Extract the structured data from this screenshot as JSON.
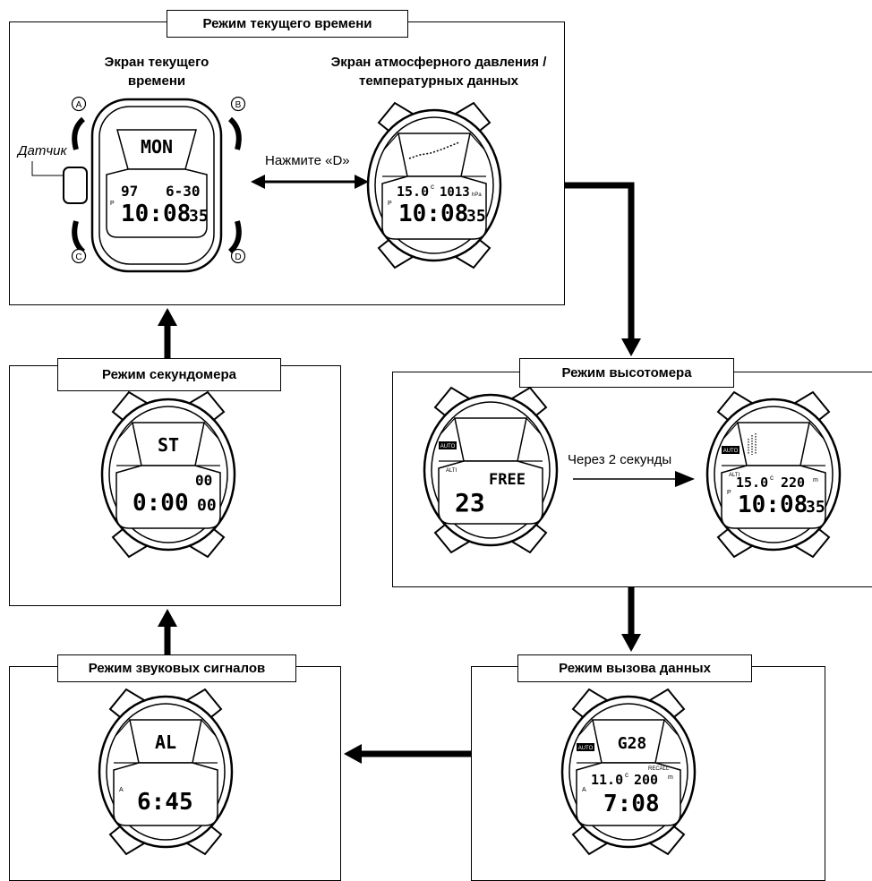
{
  "modes": {
    "timekeeping": {
      "title": "Режим текущего времени",
      "screen_current_time": "Экран текущего времени",
      "screen_pressure_temp": "Экран атмосферного давления / температурных данных",
      "press_d": "Нажмите «D»",
      "sensor": "Датчик"
    },
    "altimeter": {
      "title": "Режим высотомера",
      "after_2s": "Через 2 секунды"
    },
    "stopwatch": {
      "title": "Режим секундомера"
    },
    "recall": {
      "title": "Режим вызова данных"
    },
    "alarm": {
      "title": "Режим звуковых сигналов"
    }
  },
  "buttons": {
    "a": "A",
    "b": "B",
    "c": "C",
    "d": "D"
  },
  "displays": {
    "w1": {
      "top": "MON",
      "l1": "97",
      "l1b": "6-30",
      "time": "10:08",
      "sec": "35",
      "ind": "P"
    },
    "w2": {
      "l1": "15.0",
      "deg": "c",
      "l1b": "1013",
      "unit": "hPa",
      "time": "10:08",
      "sec": "35",
      "ind": "P"
    },
    "w3": {
      "top": "ST",
      "l1b": "00",
      "time": "0:00",
      "sec": "00"
    },
    "w4": {
      "auto": "AUTO",
      "alti": "ALTI",
      "free": "FREE",
      "val": "23"
    },
    "w5": {
      "auto": "AUTO",
      "alti": "ALTI",
      "l1": "15.0",
      "deg": "c",
      "l1b": "220",
      "unit": "m",
      "time": "10:08",
      "sec": "35",
      "ind": "P"
    },
    "w6": {
      "auto": "AUTO",
      "top": "G28",
      "recall": "RECALL",
      "l1": "11.0",
      "deg": "c",
      "l1b": "200",
      "unit": "m",
      "time": "7:08",
      "ind": "A"
    },
    "w7": {
      "top": "AL",
      "time": "6:45",
      "ind": "A"
    }
  }
}
